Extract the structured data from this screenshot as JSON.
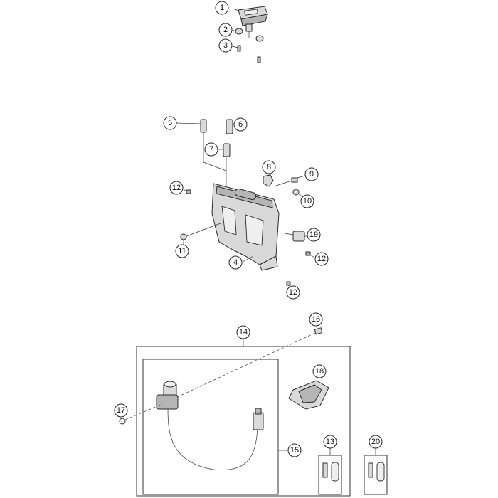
{
  "callouts": [
    {
      "id": "1",
      "label": "1"
    },
    {
      "id": "2",
      "label": "2"
    },
    {
      "id": "3",
      "label": "3"
    },
    {
      "id": "4",
      "label": "4"
    },
    {
      "id": "5",
      "label": "5"
    },
    {
      "id": "6",
      "label": "6"
    },
    {
      "id": "7",
      "label": "7"
    },
    {
      "id": "8",
      "label": "8"
    },
    {
      "id": "9",
      "label": "9"
    },
    {
      "id": "10",
      "label": "10"
    },
    {
      "id": "11",
      "label": "11"
    },
    {
      "id": "12a",
      "label": "12"
    },
    {
      "id": "12b",
      "label": "12"
    },
    {
      "id": "12c",
      "label": "12"
    },
    {
      "id": "13",
      "label": "13"
    },
    {
      "id": "14",
      "label": "14"
    },
    {
      "id": "15",
      "label": "15"
    },
    {
      "id": "16",
      "label": "16"
    },
    {
      "id": "17",
      "label": "17"
    },
    {
      "id": "18",
      "label": "18"
    },
    {
      "id": "19",
      "label": "19"
    },
    {
      "id": "20",
      "label": "20"
    }
  ]
}
